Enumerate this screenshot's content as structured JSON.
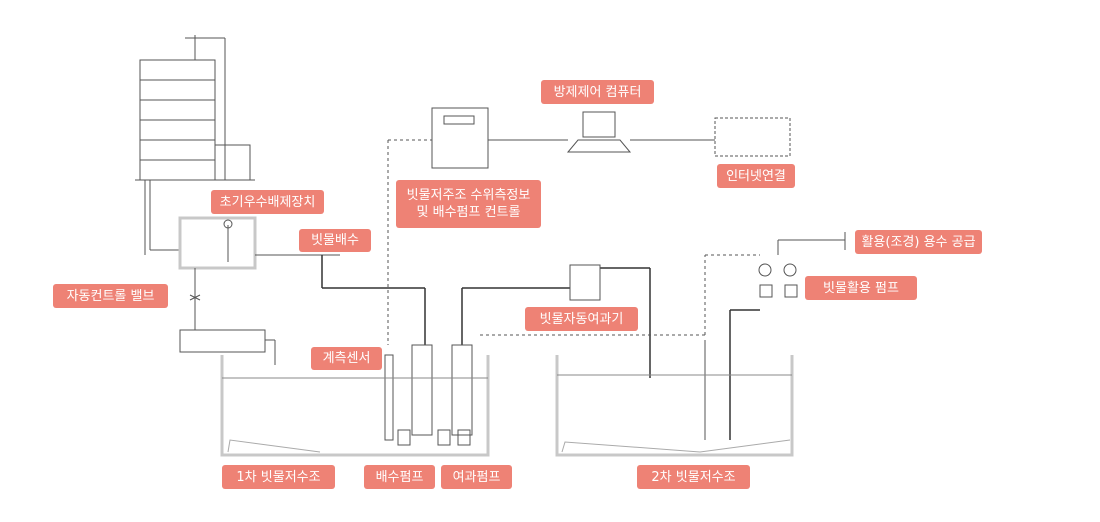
{
  "labels": {
    "control_computer": "방제제어 컴퓨터",
    "internet": "인터넷연결",
    "first_flush": "초기우수배제장치",
    "tank_info_line1": "빗물저주조 수위측정보",
    "tank_info_line2": "및 배수펌프 컨트롤",
    "drain": "빗물배수",
    "supply": "활용(조경) 용수 공급",
    "auto_valve": "자동컨트롤 밸브",
    "use_pump": "빗물활용 펌프",
    "auto_filter": "빗물자동여과기",
    "sensor": "계측센서",
    "tank1": "1차 빗물저수조",
    "drain_pump": "배수펌프",
    "filter_pump": "여과펌프",
    "tank2": "2차 빗물저수조"
  },
  "colors": {
    "label_bg": "#ee8275",
    "line": "#555555",
    "tank_wall": "#c8c8c8"
  }
}
